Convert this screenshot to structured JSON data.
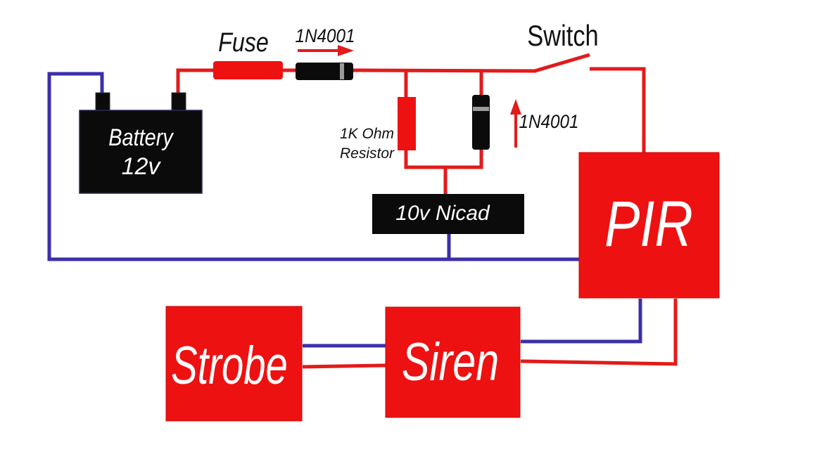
{
  "colors": {
    "positive_wire": "#e21b1b",
    "negative_wire": "#3b2fa8",
    "block_red": "#ee1111",
    "block_black": "#0b0b0b",
    "label_white": "#ffffff",
    "label_black": "#111111"
  },
  "labels": {
    "fuse": "Fuse",
    "diode_top": "1N4001",
    "diode_side": "1N4001",
    "switch": "Switch",
    "resistor_line1": "1K Ohm",
    "resistor_line2": "Resistor",
    "battery_line1": "Battery",
    "battery_line2": "12v",
    "nicad": "10v Nicad",
    "pir": "PIR",
    "siren": "Siren",
    "strobe": "Strobe"
  }
}
